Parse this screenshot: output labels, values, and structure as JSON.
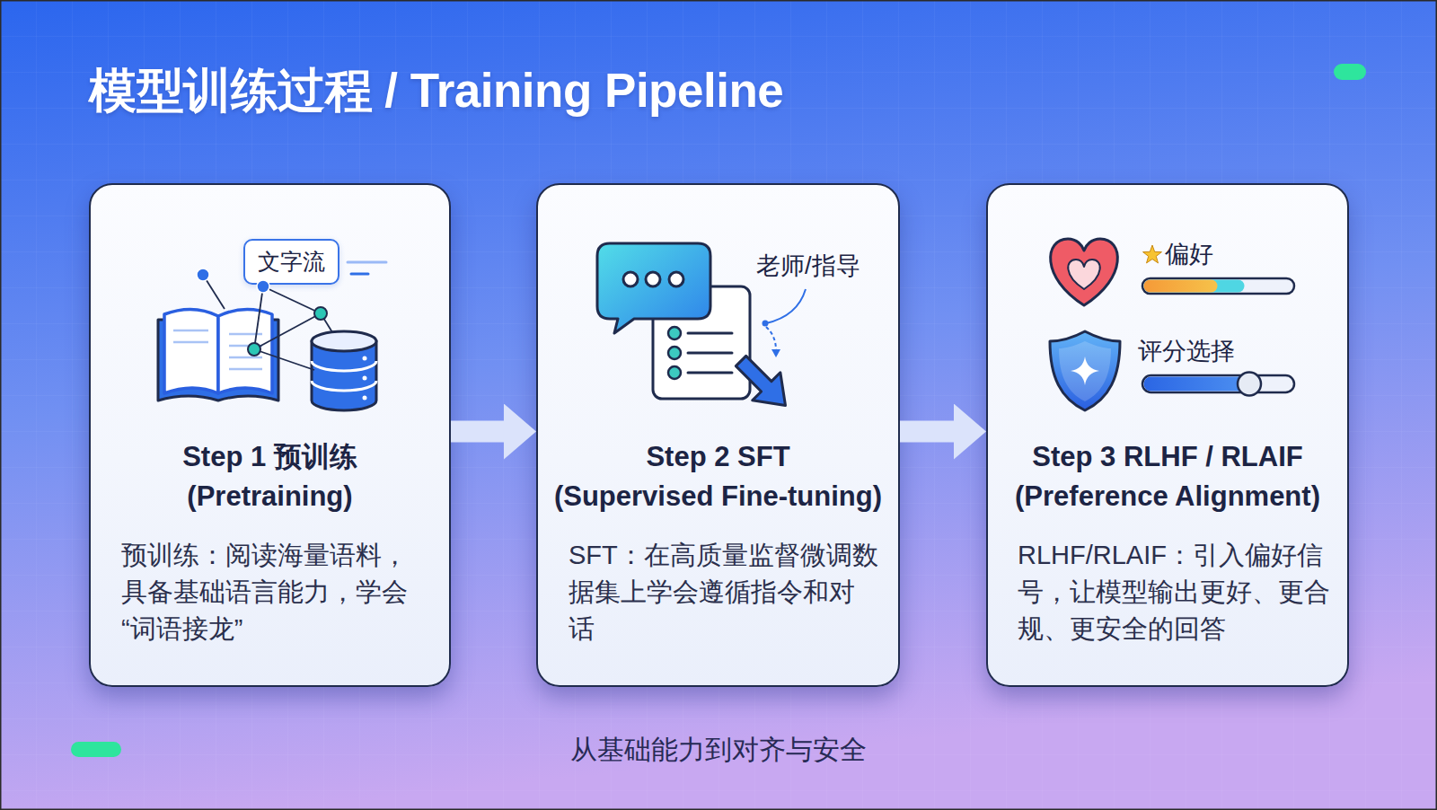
{
  "diagram": {
    "title": "模型训练过程 / Training Pipeline",
    "caption": "从基础能力到对齐与安全",
    "nodes": [
      {
        "text": [
          "Step 1 预训练 (Pretraining)",
          "预训练：阅读海量语料，具备基础语言能力，学会“词语接龙”"
        ]
      },
      {
        "text": [
          "文字流"
        ],
        "in": 0
      },
      {
        "text": [
          "老师/指导",
          "Step 2 SFT (Supervised Fine-tuning)",
          "SFT：在高质量监督微调数据集上学会遵循指令和对话"
        ]
      },
      {
        "text": [
          "偏好",
          "评分选择",
          "Step 3 RLHF / RLAIF (Preference Alignment)",
          "RLHF/RLAIF：引入偏好信号，让模型输出更好、更合规、更安全的回答"
        ]
      }
    ],
    "edges": [
      {
        "from": 0,
        "to": 2,
        "arrow": "to"
      },
      {
        "from": 2,
        "to": 3,
        "arrow": "to"
      }
    ]
  }
}
